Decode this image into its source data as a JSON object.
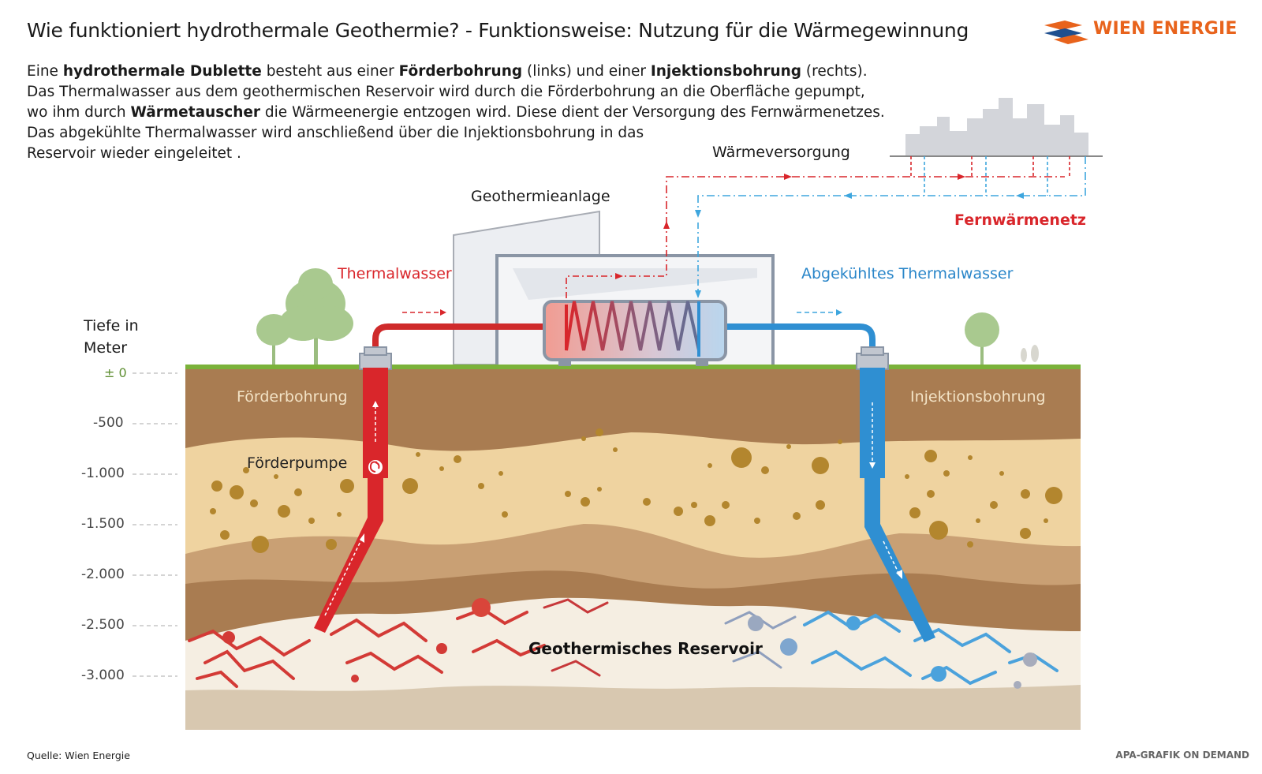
{
  "header": {
    "title": "Wie funktioniert hydrothermale Geothermie? - Funktionsweise: Nutzung für die Wärmegewinnung",
    "brand": "WIEN ENERGIE"
  },
  "intro": {
    "line1_a": "Eine ",
    "line1_b": "hydrothermale Dublette",
    "line1_c": " besteht aus einer ",
    "line1_d": "Förderbohrung",
    "line1_e": " (links) und einer ",
    "line1_f": "Injektionsbohrung",
    "line1_g": " (rechts).",
    "line2": "Das Thermalwasser aus dem geothermischen Reservoir wird durch die Förderbohrung an die Oberfläche gepumpt,",
    "line3_a": "wo ihm durch ",
    "line3_b": "Wärmetauscher",
    "line3_c": " die Wärmeenergie entzogen wird. Diese dient der Versorgung des Fernwärmenetzes.",
    "line4": "Das abgekühlte Thermalwasser wird anschließend über die Injektionsbohrung in das",
    "line5": "Reservoir wieder eingeleitet ."
  },
  "labels": {
    "waermeversorgung": "Wärmeversorgung",
    "geothermieanlage": "Geothermieanlage",
    "fernwaermenetz": "Fernwärmenetz",
    "thermalwasser": "Thermalwasser",
    "abgekuehlt": "Abgekühltes Thermalwasser",
    "foerderbohrung": "Förderbohrung",
    "injektionsbohrung": "Injektionsbohrung",
    "foerderpumpe": "Förderpumpe",
    "reservoir": "Geothermisches Reservoir"
  },
  "depth_axis": {
    "title_line1": "Tiefe in",
    "title_line2": "Meter",
    "ticks": [
      "± 0",
      "-500",
      "-1.000",
      "-1.500",
      "-2.000",
      "-2.500",
      "-3.000"
    ]
  },
  "colors": {
    "hot": "#d9262b",
    "cold": "#2a86c9",
    "brand": "#e8631c",
    "grass": "#7bb23a"
  },
  "footer": {
    "source": "Quelle: Wien Energie",
    "credit": "APA-GRAFIK ON DEMAND"
  }
}
